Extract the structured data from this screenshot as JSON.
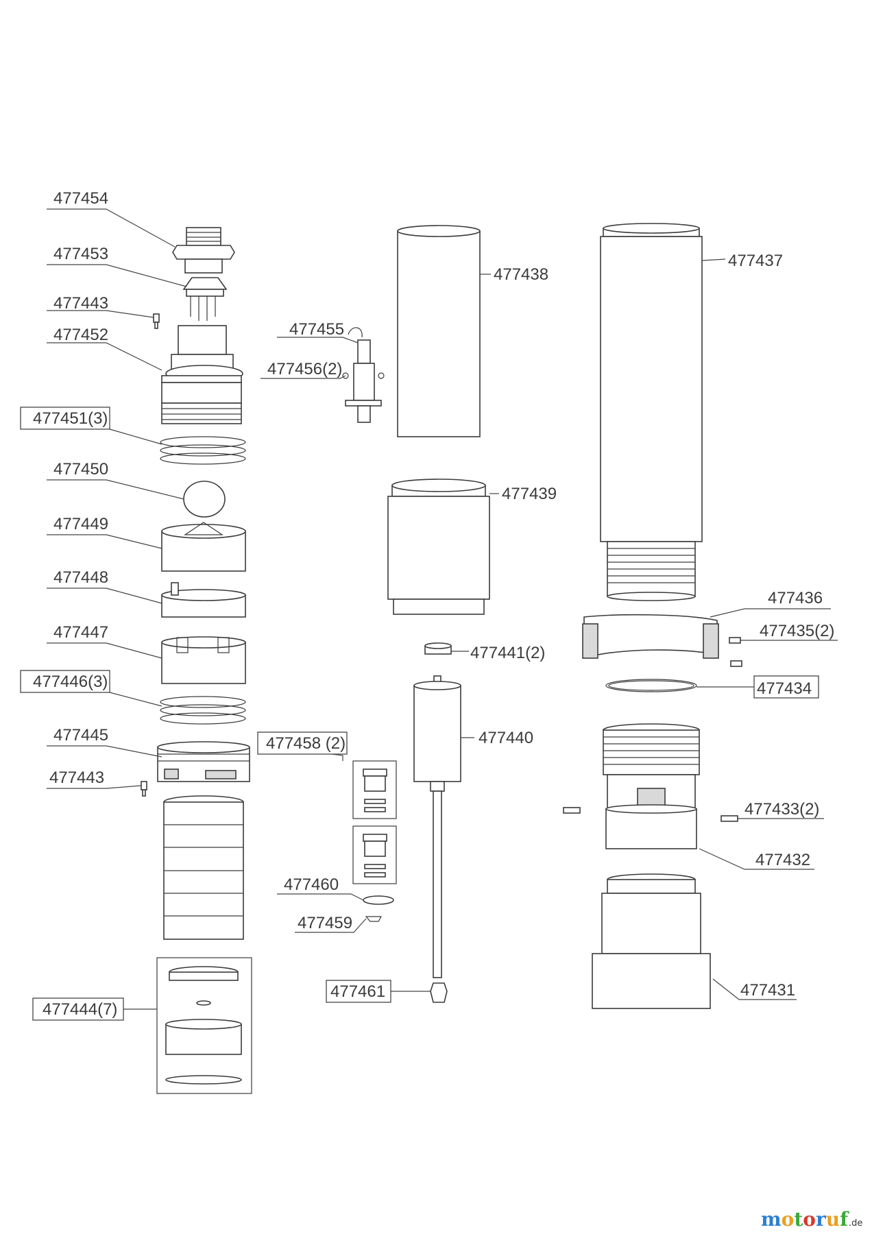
{
  "labels": {
    "p477454": "477454",
    "p477453": "477453",
    "p477443a": "477443",
    "p477452": "477452",
    "p477451": "477451(3)",
    "p477450": "477450",
    "p477449": "477449",
    "p477448": "477448",
    "p477447": "477447",
    "p477446": "477446(3)",
    "p477445": "477445",
    "p477443b": "477443",
    "p477444": "477444(7)",
    "p477455": "477455",
    "p477456": "477456(2)",
    "p477438": "477438",
    "p477439": "477439",
    "p477441": "477441(2)",
    "p477440": "477440",
    "p477458": "477458 (2)",
    "p477460": "477460",
    "p477459": "477459",
    "p477461": "477461",
    "p477437": "477437",
    "p477436": "477436",
    "p477435": "477435(2)",
    "p477434": "477434",
    "p477433": "477433(2)",
    "p477432": "477432",
    "p477431": "477431"
  },
  "watermark": {
    "brand_part1": "moto",
    "brand_part2": "ruf",
    "suffix": ".de",
    "colors": {
      "m": "#2a7fd4",
      "o1": "#e8a020",
      "t": "#3aa83a",
      "o2": "#d83a2a",
      "r": "#2a7fd4",
      "u": "#e8a020",
      "f": "#3aa83a"
    }
  }
}
